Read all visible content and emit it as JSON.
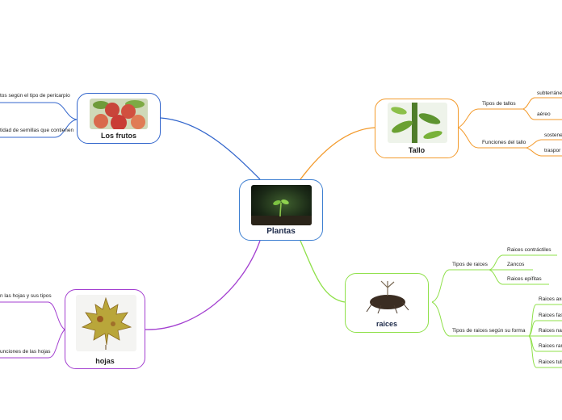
{
  "colors": {
    "central": "#3d7fd1",
    "frutos": "#3366cc",
    "tallo": "#f39a2b",
    "raices": "#8fe04a",
    "hojas": "#a33fd0"
  },
  "central": {
    "label": "Plantas",
    "image": "seedling-photo"
  },
  "frutos": {
    "label": "Los frutos",
    "image": "peaches-photo",
    "children": [
      {
        "label": "tos según el tipo de pericarpio"
      },
      {
        "label": "tidad de semillas que contienen"
      }
    ]
  },
  "tallo": {
    "label": "Tallo",
    "image": "stem-photo",
    "children": [
      {
        "label": "Tipos de tallos",
        "children": [
          {
            "label": "subterráne"
          },
          {
            "label": "aéreo"
          }
        ]
      },
      {
        "label": "Funciones del tallo",
        "children": [
          {
            "label": "sostene"
          },
          {
            "label": "traspor"
          }
        ]
      }
    ]
  },
  "raices": {
    "label": "raices",
    "image": "roots-photo",
    "children": [
      {
        "label": "Tipos de raices",
        "children": [
          {
            "label": "Raices contráctiles"
          },
          {
            "label": "Zancos"
          },
          {
            "label": "Raices epífitas"
          }
        ]
      },
      {
        "label": "Tipos de raices según su forma",
        "children": [
          {
            "label": "Raices axo"
          },
          {
            "label": "Raices fasc"
          },
          {
            "label": "Raices nap"
          },
          {
            "label": "Raices ram"
          },
          {
            "label": "Raices tub"
          }
        ]
      }
    ]
  },
  "hojas": {
    "label": "hojas",
    "image": "maple-leaf-photo",
    "children": [
      {
        "label": "n las hojas y sus tipos"
      },
      {
        "label": "unciones de las hojas"
      }
    ]
  }
}
